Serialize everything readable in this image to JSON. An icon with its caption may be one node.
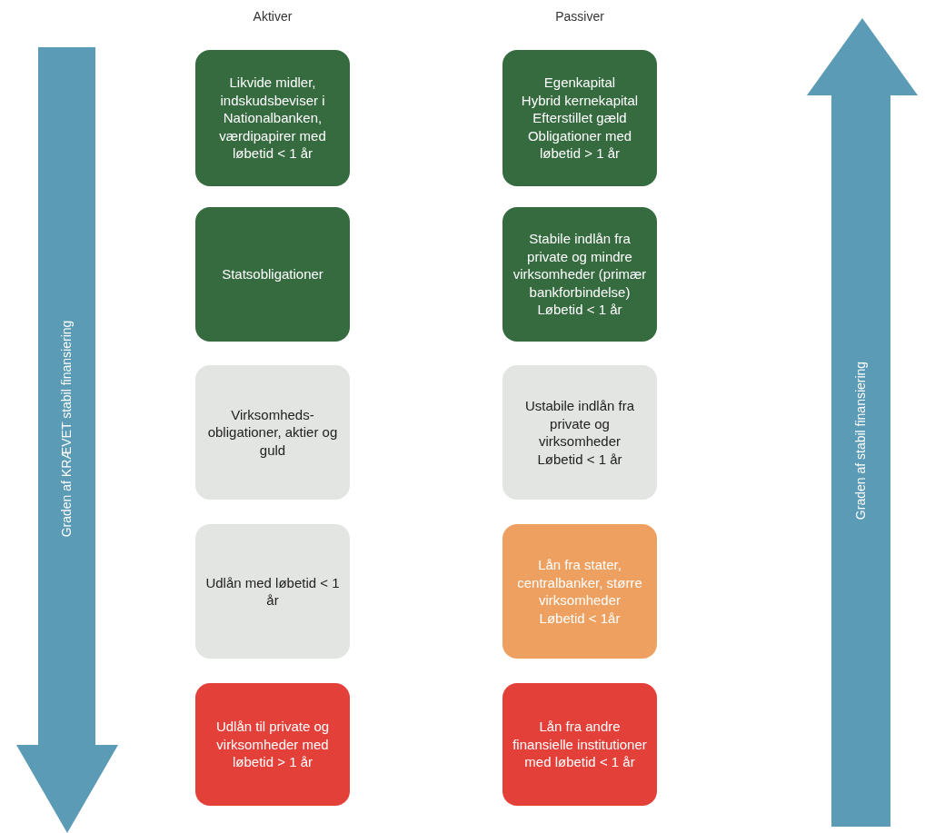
{
  "diagram": {
    "nodes": [
      {
        "text": [
          "Graden af KRÆVET stabil finansiering"
        ]
      },
      {
        "text": [
          "Likvide midler, indskudsbeviser i Nationalbanken, værdipapirer med løbetid < 1 år"
        ]
      },
      {
        "text": [
          "Egenkapital",
          "Hybrid kernekapital",
          "Efterstillet gæld",
          "Obligationer med løbetid > 1 år"
        ]
      },
      {
        "text": [
          "Statsobligationer"
        ]
      },
      {
        "text": [
          "Stabile indlån fra private og mindre virksomheder (primær bankforbindelse)",
          "Løbetid < 1 år"
        ]
      },
      {
        "text": [
          "Virksomheds-obligationer, aktier og guld"
        ]
      },
      {
        "text": [
          "Ustabile indlån fra private og virksomheder",
          "Løbetid < 1 år"
        ]
      },
      {
        "text": [
          "Udlån med løbetid < 1 år"
        ]
      },
      {
        "text": [
          "Lån fra stater, centralbanker, større virksomheder",
          "Løbetid < 1år"
        ]
      },
      {
        "text": [
          "Udlån til private og virksomheder med løbetid > 1 år"
        ]
      },
      {
        "text": [
          "Lån fra andre finansielle institutioner med løbetid < 1 år"
        ]
      },
      {
        "text": [
          "Graden af stabil finansiering"
        ]
      }
    ],
    "labels": [
      "Aktiver",
      "Passiver"
    ]
  }
}
